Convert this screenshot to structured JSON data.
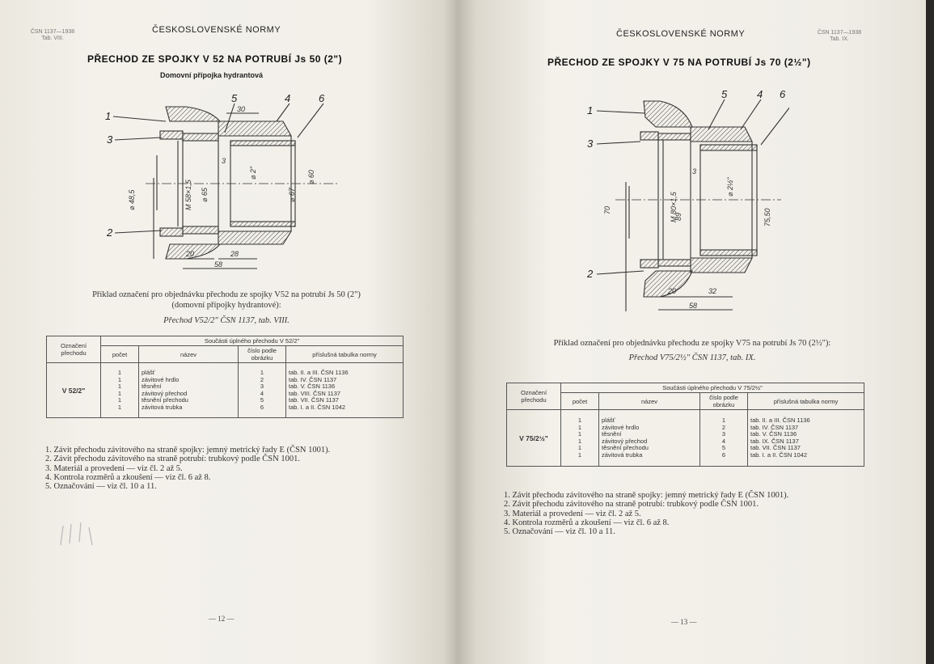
{
  "left": {
    "header_code": [
      "ČSN 1137—1938",
      "Tab. VIII."
    ],
    "header_title": "ČESKOSLOVENSKÉ NORMY",
    "title": "PŘECHOD ZE SPOJKY V 52 NA POTRUBÍ Js 50 (2\")",
    "subtitle": "Domovní přípojka hydrantová",
    "drawing": {
      "callouts": [
        "1",
        "3",
        "2",
        "5",
        "4",
        "6"
      ],
      "dims": [
        "30",
        "20",
        "28",
        "58",
        "3"
      ],
      "diameters": [
        "⌀ 48,5",
        "M 58×1,5",
        "⌀ 65",
        "⌀ 2\"",
        "⌀ 67",
        "⌀ 60"
      ]
    },
    "example_lines": [
      "Příklad označení pro objednávku přechodu ze spojky V52 na potrubí Js 50 (2\")",
      "(domovní přípojky hydrantové):"
    ],
    "example_code": "Přechod V52/2\" ČSN 1137, tab. VIII.",
    "table": {
      "col_designation": "Označení přechodu",
      "col_group": "Součásti úplného přechodu V 52/2\"",
      "col_count": "počet",
      "col_name": "název",
      "col_figure": "číslo podle obrázku",
      "col_table": "příslušná tabulka normy",
      "designation": "V 52/2\"",
      "counts": [
        "1",
        "1",
        "1",
        "1",
        "1",
        "1"
      ],
      "names": [
        "plášť",
        "závitové hrdlo",
        "těsnění",
        "závitový přechod",
        "těsnění přechodu",
        "závitová trubka"
      ],
      "figures": [
        "1",
        "2",
        "3",
        "4",
        "5",
        "6"
      ],
      "tables": [
        "tab. II. a III. ČSN 1136",
        "tab. IV. ČSN 1137",
        "tab. V. ČSN 1136",
        "tab. VIII. ČSN 1137",
        "tab. VII. ČSN 1137",
        "tab. I. a II. ČSN 1042"
      ]
    },
    "notes": [
      "1. Závit přechodu závitového na straně spojky: jemný metrický řady E (ČSN 1001).",
      "2. Závit přechodu závitového na straně potrubí: trubkový podle ČSN 1001.",
      "3. Materiál a provedení — viz čl. 2 až 5.",
      "4. Kontrola rozměrů a zkoušení — viz čl. 6 až 8.",
      "5. Označování — viz čl. 10 a 11."
    ],
    "page_number": "— 12 —"
  },
  "right": {
    "header_code": [
      "ČSN 1137—1938",
      "Tab. IX."
    ],
    "header_title": "ČESKOSLOVENSKÉ NORMY",
    "title": "PŘECHOD ZE SPOJKY V 75 NA POTRUBÍ Js 70 (2½\")",
    "drawing": {
      "callouts": [
        "1",
        "3",
        "2",
        "5",
        "4",
        "6"
      ],
      "dims": [
        "20",
        "32",
        "58",
        "3"
      ],
      "diameters": [
        "70",
        "M 80×1,5",
        "89",
        "⌀ 2½\"",
        "75,50"
      ]
    },
    "example_line": "Příklad označení pro objednávku přechodu ze spojky V75 na potrubí Js 70 (2½\"):",
    "example_code": "Přechod V75/2½\" ČSN 1137, tab. IX.",
    "table": {
      "col_designation": "Označení přechodu",
      "col_group": "Součásti úplného přechodu V 75/2½\"",
      "col_count": "počet",
      "col_name": "název",
      "col_figure": "číslo podle obrázku",
      "col_table": "příslušná tabulka normy",
      "designation": "V 75/2½\"",
      "counts": [
        "1",
        "1",
        "1",
        "1",
        "1",
        "1"
      ],
      "names": [
        "plášť",
        "závitové hrdlo",
        "těsnění",
        "závitový přechod",
        "těsnění přechodu",
        "závitová trubka"
      ],
      "figures": [
        "1",
        "2",
        "3",
        "4",
        "5",
        "6"
      ],
      "tables": [
        "tab. II. a III. ČSN 1136",
        "tab. IV. ČSN 1137",
        "tab. V. ČSN 1136",
        "tab. IX. ČSN 1137",
        "tab. VII. ČSN 1137",
        "tab. I. a II. ČSN 1042"
      ]
    },
    "notes": [
      "1. Závit přechodu závitového na straně spojky: jemný metrický řady E (ČSN 1001).",
      "2. Závit přechodu závitového na straně potrubí: trubkový podle ČSN 1001.",
      "3. Materiál a provedení — viz čl. 2 až 5.",
      "4. Kontrola rozměrů a zkoušení — viz čl. 6 až 8.",
      "5. Označování — viz čl. 10 a 11."
    ],
    "page_number": "— 13 —"
  }
}
